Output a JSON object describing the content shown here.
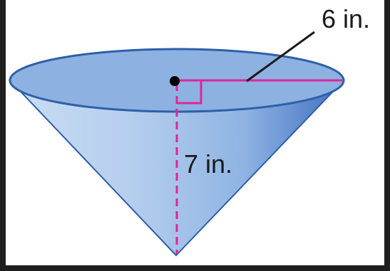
{
  "figure": {
    "radius_label": "6 in.",
    "height_label": "7 in."
  },
  "colors": {
    "frame": "#1f1f1f",
    "cone_light": "#c9ddf3",
    "cone_mid": "#8fb4e3",
    "cone_dark": "#3f6fbf",
    "top_face": "#8db2e2",
    "rim": "#2f5fa8",
    "measure_line": "#e0249a",
    "height_line": "#e0249a",
    "center_dot": "#000000",
    "leader_line": "#1a1a1a"
  },
  "icons": {
    "center_marker": "filled-circle",
    "right_angle": "square-corner"
  }
}
